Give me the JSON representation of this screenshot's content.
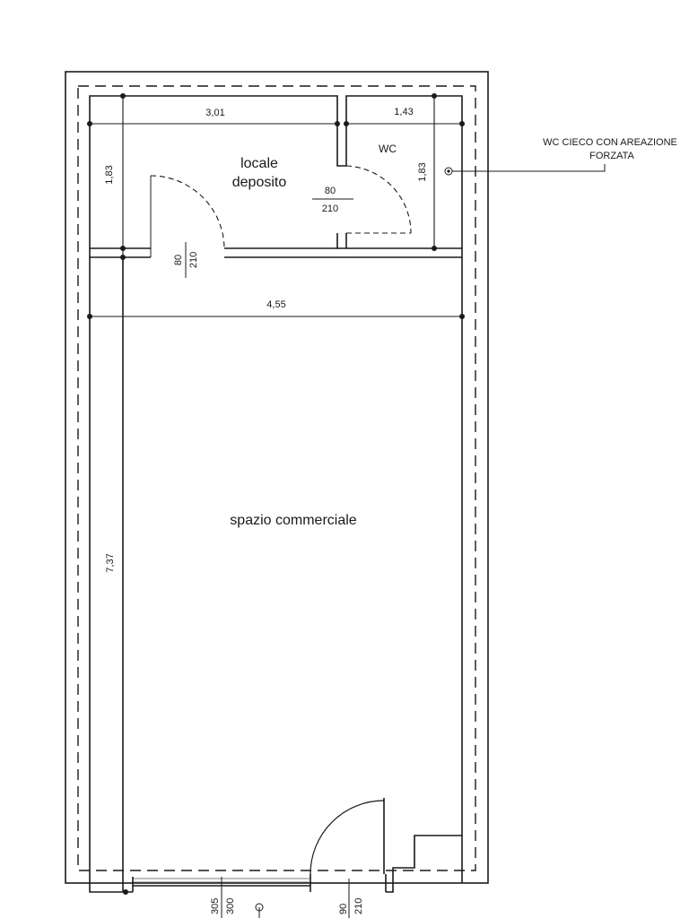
{
  "rooms": {
    "deposito_line1": "locale",
    "deposito_line2": "deposito",
    "wc": "WC",
    "commerciale": "spazio commerciale"
  },
  "dimensions": {
    "deposito_width": "3,01",
    "wc_width": "1,43",
    "deposito_height": "1,83",
    "wc_height": "1,83",
    "commerciale_width": "4,55",
    "commerciale_height": "7,37"
  },
  "doors": {
    "deposito_door_width": "80",
    "deposito_door_height": "210",
    "wc_door_width": "80",
    "wc_door_height": "210",
    "entrance_window_width": "305",
    "entrance_window_height": "300",
    "entrance_door_width": "90",
    "entrance_door_height": "210"
  },
  "annotation": {
    "line1": "WC CIECO CON AREAZIONE",
    "line2": "FORZATA"
  }
}
